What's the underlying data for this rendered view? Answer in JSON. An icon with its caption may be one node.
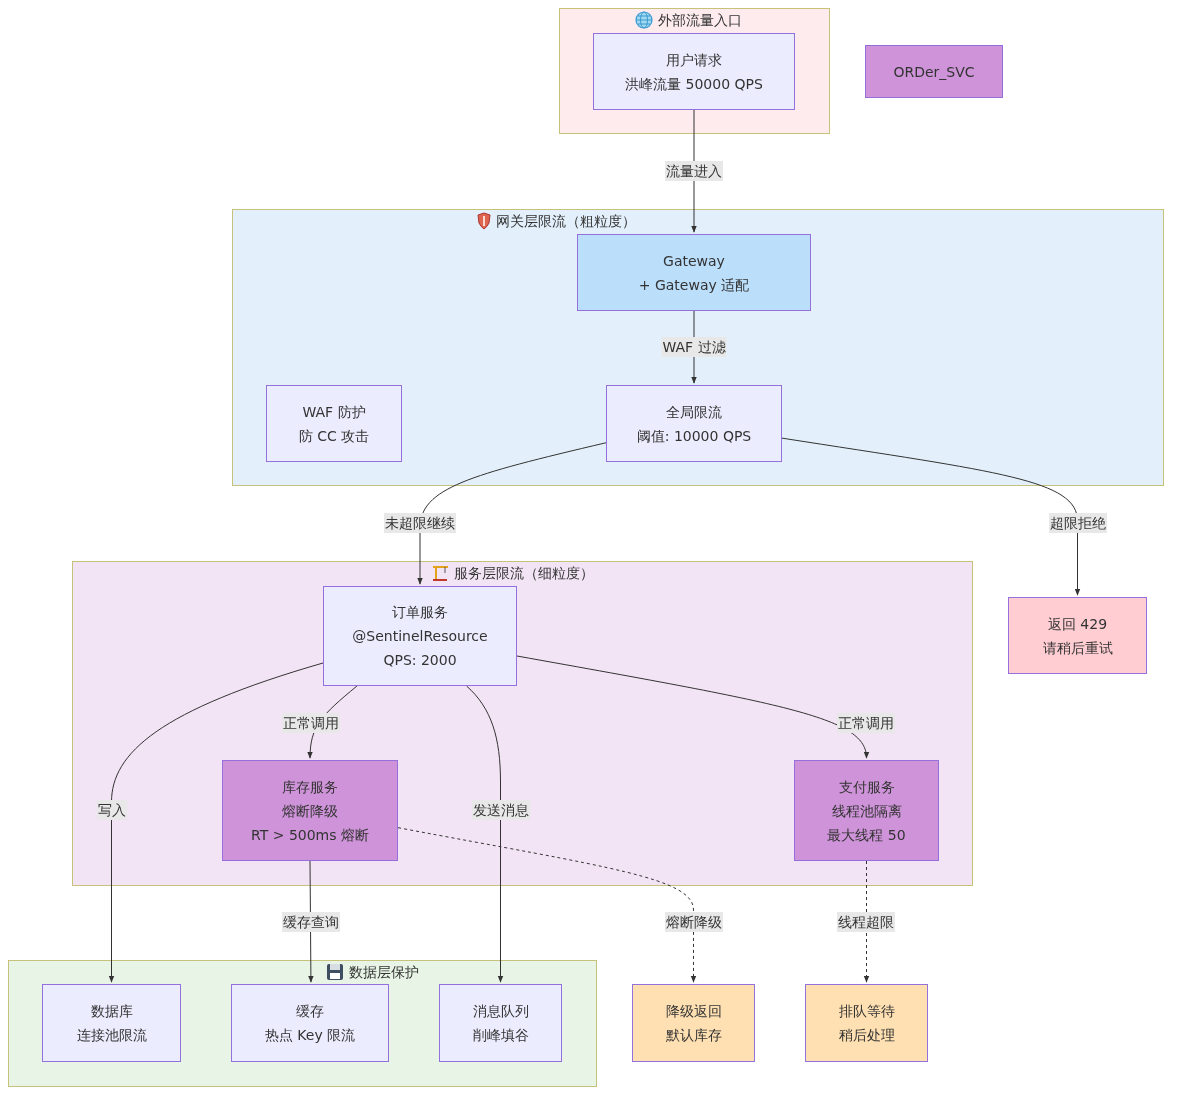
{
  "diagram": {
    "nodes": [
      {
        "text": [
          "外部流量入口"
        ]
      },
      {
        "text": [
          "用户请求",
          "洪峰流量 50000 QPS"
        ],
        "in": 0
      },
      {
        "text": [
          "ORDer_SVC"
        ]
      },
      {
        "text": [
          "网关层限流（粗粒度）"
        ]
      },
      {
        "text": [
          "Gateway",
          "+ Gateway 适配"
        ],
        "in": 3
      },
      {
        "text": [
          "WAF 防护",
          "防 CC 攻击"
        ],
        "in": 3
      },
      {
        "text": [
          "全局限流",
          "阈值: 10000 QPS"
        ],
        "in": 3
      },
      {
        "text": [
          "返回 429",
          "请稍后重试"
        ]
      },
      {
        "text": [
          "服务层限流（细粒度）"
        ]
      },
      {
        "text": [
          "订单服务",
          "@SentinelResource",
          "QPS: 2000"
        ],
        "in": 8
      },
      {
        "text": [
          "库存服务",
          "熔断降级",
          "RT > 500ms 熔断"
        ],
        "in": 8
      },
      {
        "text": [
          "支付服务",
          "线程池隔离",
          "最大线程 50"
        ],
        "in": 8
      },
      {
        "text": [
          "数据层保护"
        ]
      },
      {
        "text": [
          "数据库",
          "连接池限流"
        ],
        "in": 12
      },
      {
        "text": [
          "缓存",
          "热点 Key 限流"
        ],
        "in": 12
      },
      {
        "text": [
          "消息队列",
          "削峰填谷"
        ],
        "in": 12
      },
      {
        "text": [
          "降级返回",
          "默认库存"
        ]
      },
      {
        "text": [
          "排队等待",
          "稍后处理"
        ]
      }
    ],
    "edges": [
      {
        "from": 1,
        "to": 4,
        "arrow": "to",
        "label": "流量进入"
      },
      {
        "from": 4,
        "to": 6,
        "arrow": "to",
        "label": "WAF 过滤"
      },
      {
        "from": 6,
        "to": 9,
        "arrow": "to",
        "label": "未超限继续"
      },
      {
        "from": 6,
        "to": 7,
        "arrow": "to",
        "label": "超限拒绝"
      },
      {
        "from": 9,
        "to": 10,
        "arrow": "to",
        "label": "正常调用"
      },
      {
        "from": 9,
        "to": 11,
        "arrow": "to",
        "label": "正常调用"
      },
      {
        "from": 9,
        "to": 13,
        "arrow": "to",
        "label": "写入"
      },
      {
        "from": 9,
        "to": 15,
        "arrow": "to",
        "label": "发送消息"
      },
      {
        "from": 10,
        "to": 14,
        "arrow": "to",
        "label": "缓存查询"
      },
      {
        "from": 10,
        "to": 16,
        "arrow": "to",
        "label": "熔断降级",
        "style": "dashed"
      },
      {
        "from": 11,
        "to": 17,
        "arrow": "to",
        "label": "线程超限",
        "style": "dashed"
      }
    ]
  }
}
